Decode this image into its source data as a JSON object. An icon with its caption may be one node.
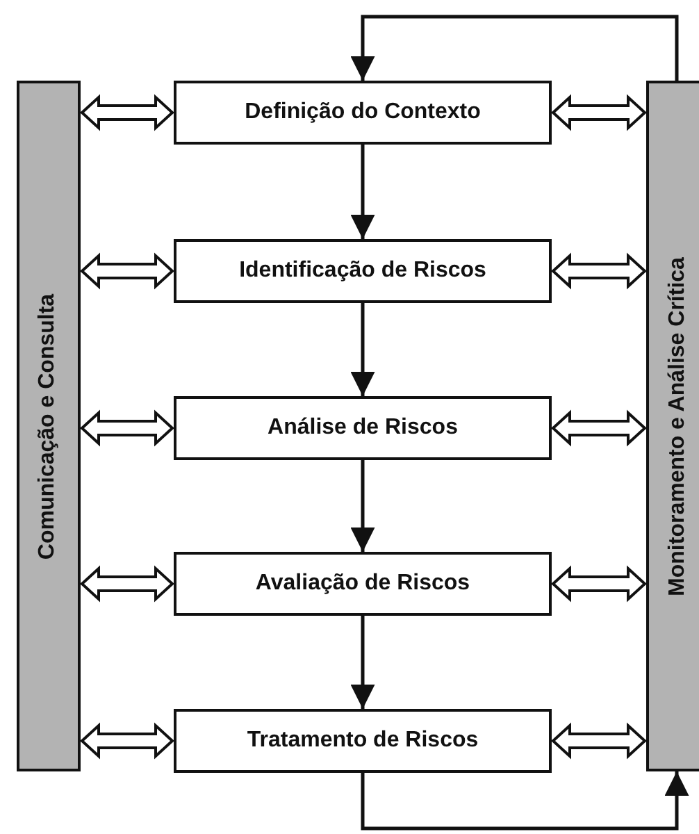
{
  "diagram": {
    "nodes": [
      {
        "text": [
          "Comunicação e Consulta"
        ]
      },
      {
        "text": [
          "Definição do Contexto"
        ]
      },
      {
        "text": [
          "Identificação de Riscos"
        ]
      },
      {
        "text": [
          "Análise de Riscos"
        ]
      },
      {
        "text": [
          "Avaliação de Riscos"
        ]
      },
      {
        "text": [
          "Tratamento de Riscos"
        ]
      },
      {
        "text": [
          "Monitoramento e Análise Crítica"
        ]
      }
    ],
    "edges": [
      {
        "from": 6,
        "to": 1,
        "arrow": "to"
      },
      {
        "from": 1,
        "to": 2,
        "arrow": "to"
      },
      {
        "from": 2,
        "to": 3,
        "arrow": "to"
      },
      {
        "from": 3,
        "to": 4,
        "arrow": "to"
      },
      {
        "from": 4,
        "to": 5,
        "arrow": "to"
      },
      {
        "from": 5,
        "to": 6,
        "arrow": "to"
      },
      {
        "from": 0,
        "to": 1,
        "arrow": "both",
        "style": "thick"
      },
      {
        "from": 0,
        "to": 2,
        "arrow": "both",
        "style": "thick"
      },
      {
        "from": 0,
        "to": 3,
        "arrow": "both",
        "style": "thick"
      },
      {
        "from": 0,
        "to": 4,
        "arrow": "both",
        "style": "thick"
      },
      {
        "from": 0,
        "to": 5,
        "arrow": "both",
        "style": "thick"
      },
      {
        "from": 1,
        "to": 6,
        "arrow": "both",
        "style": "thick"
      },
      {
        "from": 2,
        "to": 6,
        "arrow": "both",
        "style": "thick"
      },
      {
        "from": 3,
        "to": 6,
        "arrow": "both",
        "style": "thick"
      },
      {
        "from": 4,
        "to": 6,
        "arrow": "both",
        "style": "thick"
      },
      {
        "from": 5,
        "to": 6,
        "arrow": "both",
        "style": "thick"
      }
    ]
  }
}
